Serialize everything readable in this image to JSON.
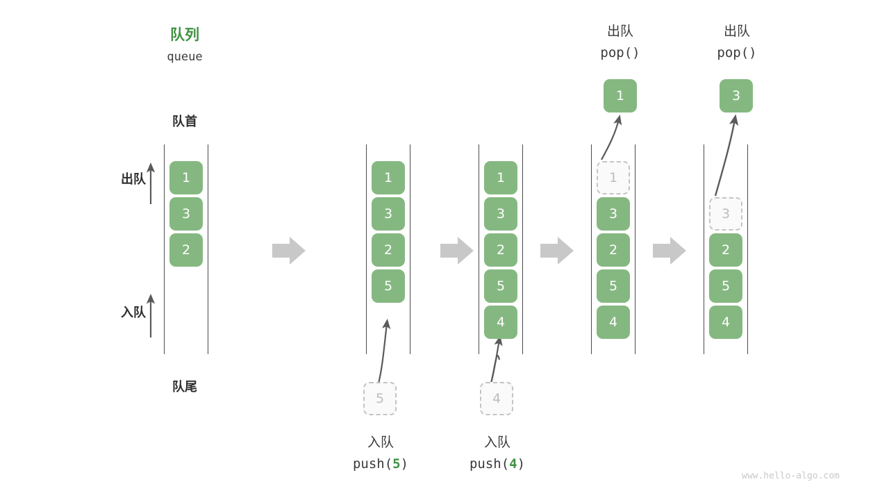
{
  "diagram": {
    "title_cn": "队列",
    "title_en": "queue",
    "front_label": "队首",
    "rear_label": "队尾",
    "dequeue_axis_label": "出队",
    "enqueue_axis_label": "入队",
    "accent_green": "#3f9142",
    "cell_green": "#85b881",
    "ghost_gray": "#bdbdbd",
    "arrow_gray": "#c8c8c8",
    "watermark": "www.hello-algo.com"
  },
  "steps": [
    {
      "id": "initial",
      "caption_cn": "",
      "caption_code_prefix": "",
      "caption_code_num": "",
      "caption_code_suffix": "",
      "cells": [
        {
          "value": "1",
          "state": "filled"
        },
        {
          "value": "3",
          "state": "filled"
        },
        {
          "value": "2",
          "state": "filled"
        }
      ]
    },
    {
      "id": "push-5",
      "caption_cn": "入队",
      "caption_code_prefix": "push(",
      "caption_code_num": "5",
      "caption_code_suffix": ")",
      "incoming_value": "5",
      "cells": [
        {
          "value": "1",
          "state": "filled"
        },
        {
          "value": "3",
          "state": "filled"
        },
        {
          "value": "2",
          "state": "filled"
        },
        {
          "value": "5",
          "state": "filled"
        }
      ]
    },
    {
      "id": "push-4",
      "caption_cn": "入队",
      "caption_code_prefix": "push(",
      "caption_code_num": "4",
      "caption_code_suffix": ")",
      "incoming_value": "4",
      "cells": [
        {
          "value": "1",
          "state": "filled"
        },
        {
          "value": "3",
          "state": "filled"
        },
        {
          "value": "2",
          "state": "filled"
        },
        {
          "value": "5",
          "state": "filled"
        },
        {
          "value": "4",
          "state": "filled"
        }
      ]
    },
    {
      "id": "pop-1",
      "caption_cn": "出队",
      "caption_code_prefix": "pop(",
      "caption_code_num": "",
      "caption_code_suffix": ")",
      "popped_value": "1",
      "cells": [
        {
          "value": "1",
          "state": "ghost"
        },
        {
          "value": "3",
          "state": "filled"
        },
        {
          "value": "2",
          "state": "filled"
        },
        {
          "value": "5",
          "state": "filled"
        },
        {
          "value": "4",
          "state": "filled"
        }
      ]
    },
    {
      "id": "pop-3",
      "caption_cn": "出队",
      "caption_code_prefix": "pop(",
      "caption_code_num": "",
      "caption_code_suffix": ")",
      "popped_value": "3",
      "cells": [
        {
          "value": "",
          "state": "empty"
        },
        {
          "value": "3",
          "state": "ghost"
        },
        {
          "value": "2",
          "state": "filled"
        },
        {
          "value": "5",
          "state": "filled"
        },
        {
          "value": "4",
          "state": "filled"
        }
      ]
    }
  ]
}
